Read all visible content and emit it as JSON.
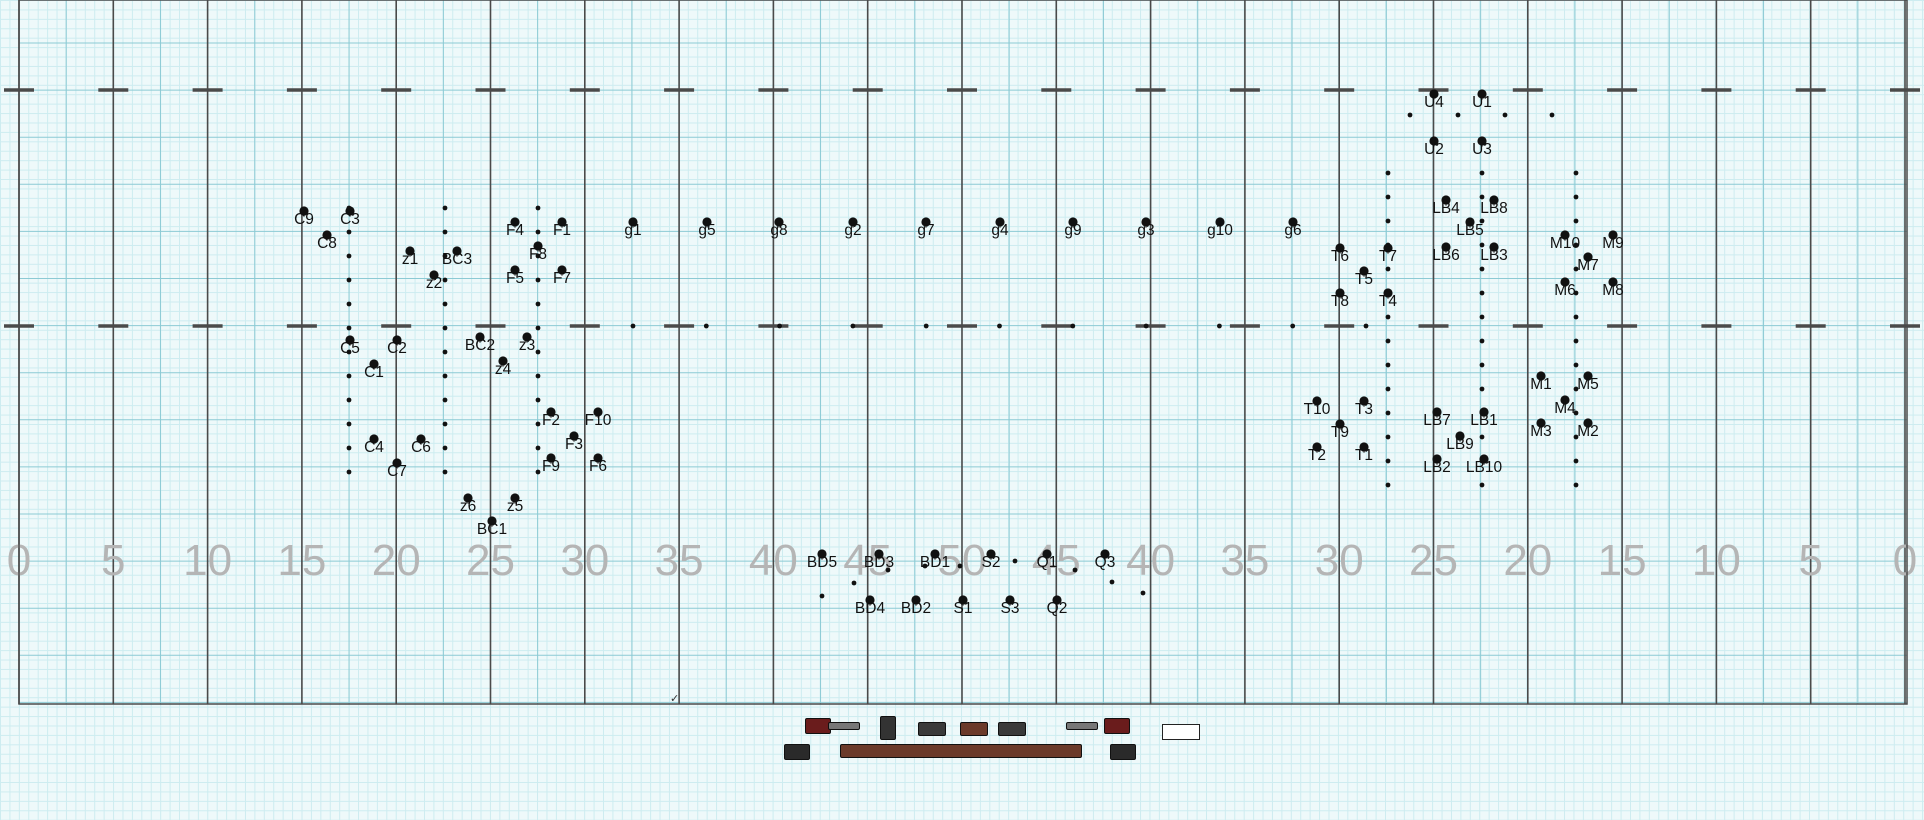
{
  "field": {
    "yard_numbers": [
      "0",
      "5",
      "10",
      "15",
      "20",
      "25",
      "30",
      "35",
      "40",
      "45",
      "50",
      "45",
      "40",
      "35",
      "30",
      "25",
      "20",
      "15",
      "10",
      "5",
      "0"
    ],
    "colors": {
      "yard_line": "#4a4a4a",
      "minor_grid": "#cdecf0",
      "major_grid": "#8ccad4",
      "yard_number": "#b5b5b5",
      "dot": "#111111"
    }
  },
  "performers": [
    {
      "label": "C9"
    },
    {
      "label": "C3"
    },
    {
      "label": "C8"
    },
    {
      "label": "z1"
    },
    {
      "label": "BC3"
    },
    {
      "label": "z2"
    },
    {
      "label": "F4"
    },
    {
      "label": "F1"
    },
    {
      "label": "F8"
    },
    {
      "label": "F5"
    },
    {
      "label": "F7"
    },
    {
      "label": "g1"
    },
    {
      "label": "g5"
    },
    {
      "label": "g8"
    },
    {
      "label": "g2"
    },
    {
      "label": "g7"
    },
    {
      "label": "g4"
    },
    {
      "label": "g9"
    },
    {
      "label": "g3"
    },
    {
      "label": "g10"
    },
    {
      "label": "g6"
    },
    {
      "label": "C5"
    },
    {
      "label": "C2"
    },
    {
      "label": "C1"
    },
    {
      "label": "BC2"
    },
    {
      "label": "z3"
    },
    {
      "label": "z4"
    },
    {
      "label": "F2"
    },
    {
      "label": "F10"
    },
    {
      "label": "F3"
    },
    {
      "label": "C4"
    },
    {
      "label": "C6"
    },
    {
      "label": "C7"
    },
    {
      "label": "F9"
    },
    {
      "label": "F6"
    },
    {
      "label": "z6"
    },
    {
      "label": "z5"
    },
    {
      "label": "BC1"
    },
    {
      "label": "BD5"
    },
    {
      "label": "BD3"
    },
    {
      "label": "BD1"
    },
    {
      "label": "S2"
    },
    {
      "label": "Q1"
    },
    {
      "label": "Q3"
    },
    {
      "label": "BD4"
    },
    {
      "label": "BD2"
    },
    {
      "label": "S1"
    },
    {
      "label": "S3"
    },
    {
      "label": "Q2"
    },
    {
      "label": "U4"
    },
    {
      "label": "U1"
    },
    {
      "label": "U2"
    },
    {
      "label": "U3"
    },
    {
      "label": "LB4"
    },
    {
      "label": "LB8"
    },
    {
      "label": "LB5"
    },
    {
      "label": "LB6"
    },
    {
      "label": "LB3"
    },
    {
      "label": "T6"
    },
    {
      "label": "T7"
    },
    {
      "label": "T5"
    },
    {
      "label": "T8"
    },
    {
      "label": "T4"
    },
    {
      "label": "M10"
    },
    {
      "label": "M9"
    },
    {
      "label": "M7"
    },
    {
      "label": "M6"
    },
    {
      "label": "M8"
    },
    {
      "label": "M1"
    },
    {
      "label": "M5"
    },
    {
      "label": "M4"
    },
    {
      "label": "M3"
    },
    {
      "label": "M2"
    },
    {
      "label": "T10"
    },
    {
      "label": "T3"
    },
    {
      "label": "T9"
    },
    {
      "label": "T2"
    },
    {
      "label": "T1"
    },
    {
      "label": "LB7"
    },
    {
      "label": "LB1"
    },
    {
      "label": "LB9"
    },
    {
      "label": "LB2"
    },
    {
      "label": "LB10"
    }
  ],
  "tray": {
    "items": [
      {
        "icon": "podium-icon"
      },
      {
        "icon": "rail-icon"
      },
      {
        "icon": "tower-icon"
      },
      {
        "icon": "bench-icon"
      },
      {
        "icon": "crate-icon"
      },
      {
        "icon": "bench-icon"
      },
      {
        "icon": "rail-icon"
      },
      {
        "icon": "podium-icon"
      },
      {
        "icon": "ramp-icon"
      },
      {
        "icon": "stage-icon"
      },
      {
        "icon": "ramp-icon"
      },
      {
        "icon": "rectangle-tool-icon"
      }
    ]
  }
}
